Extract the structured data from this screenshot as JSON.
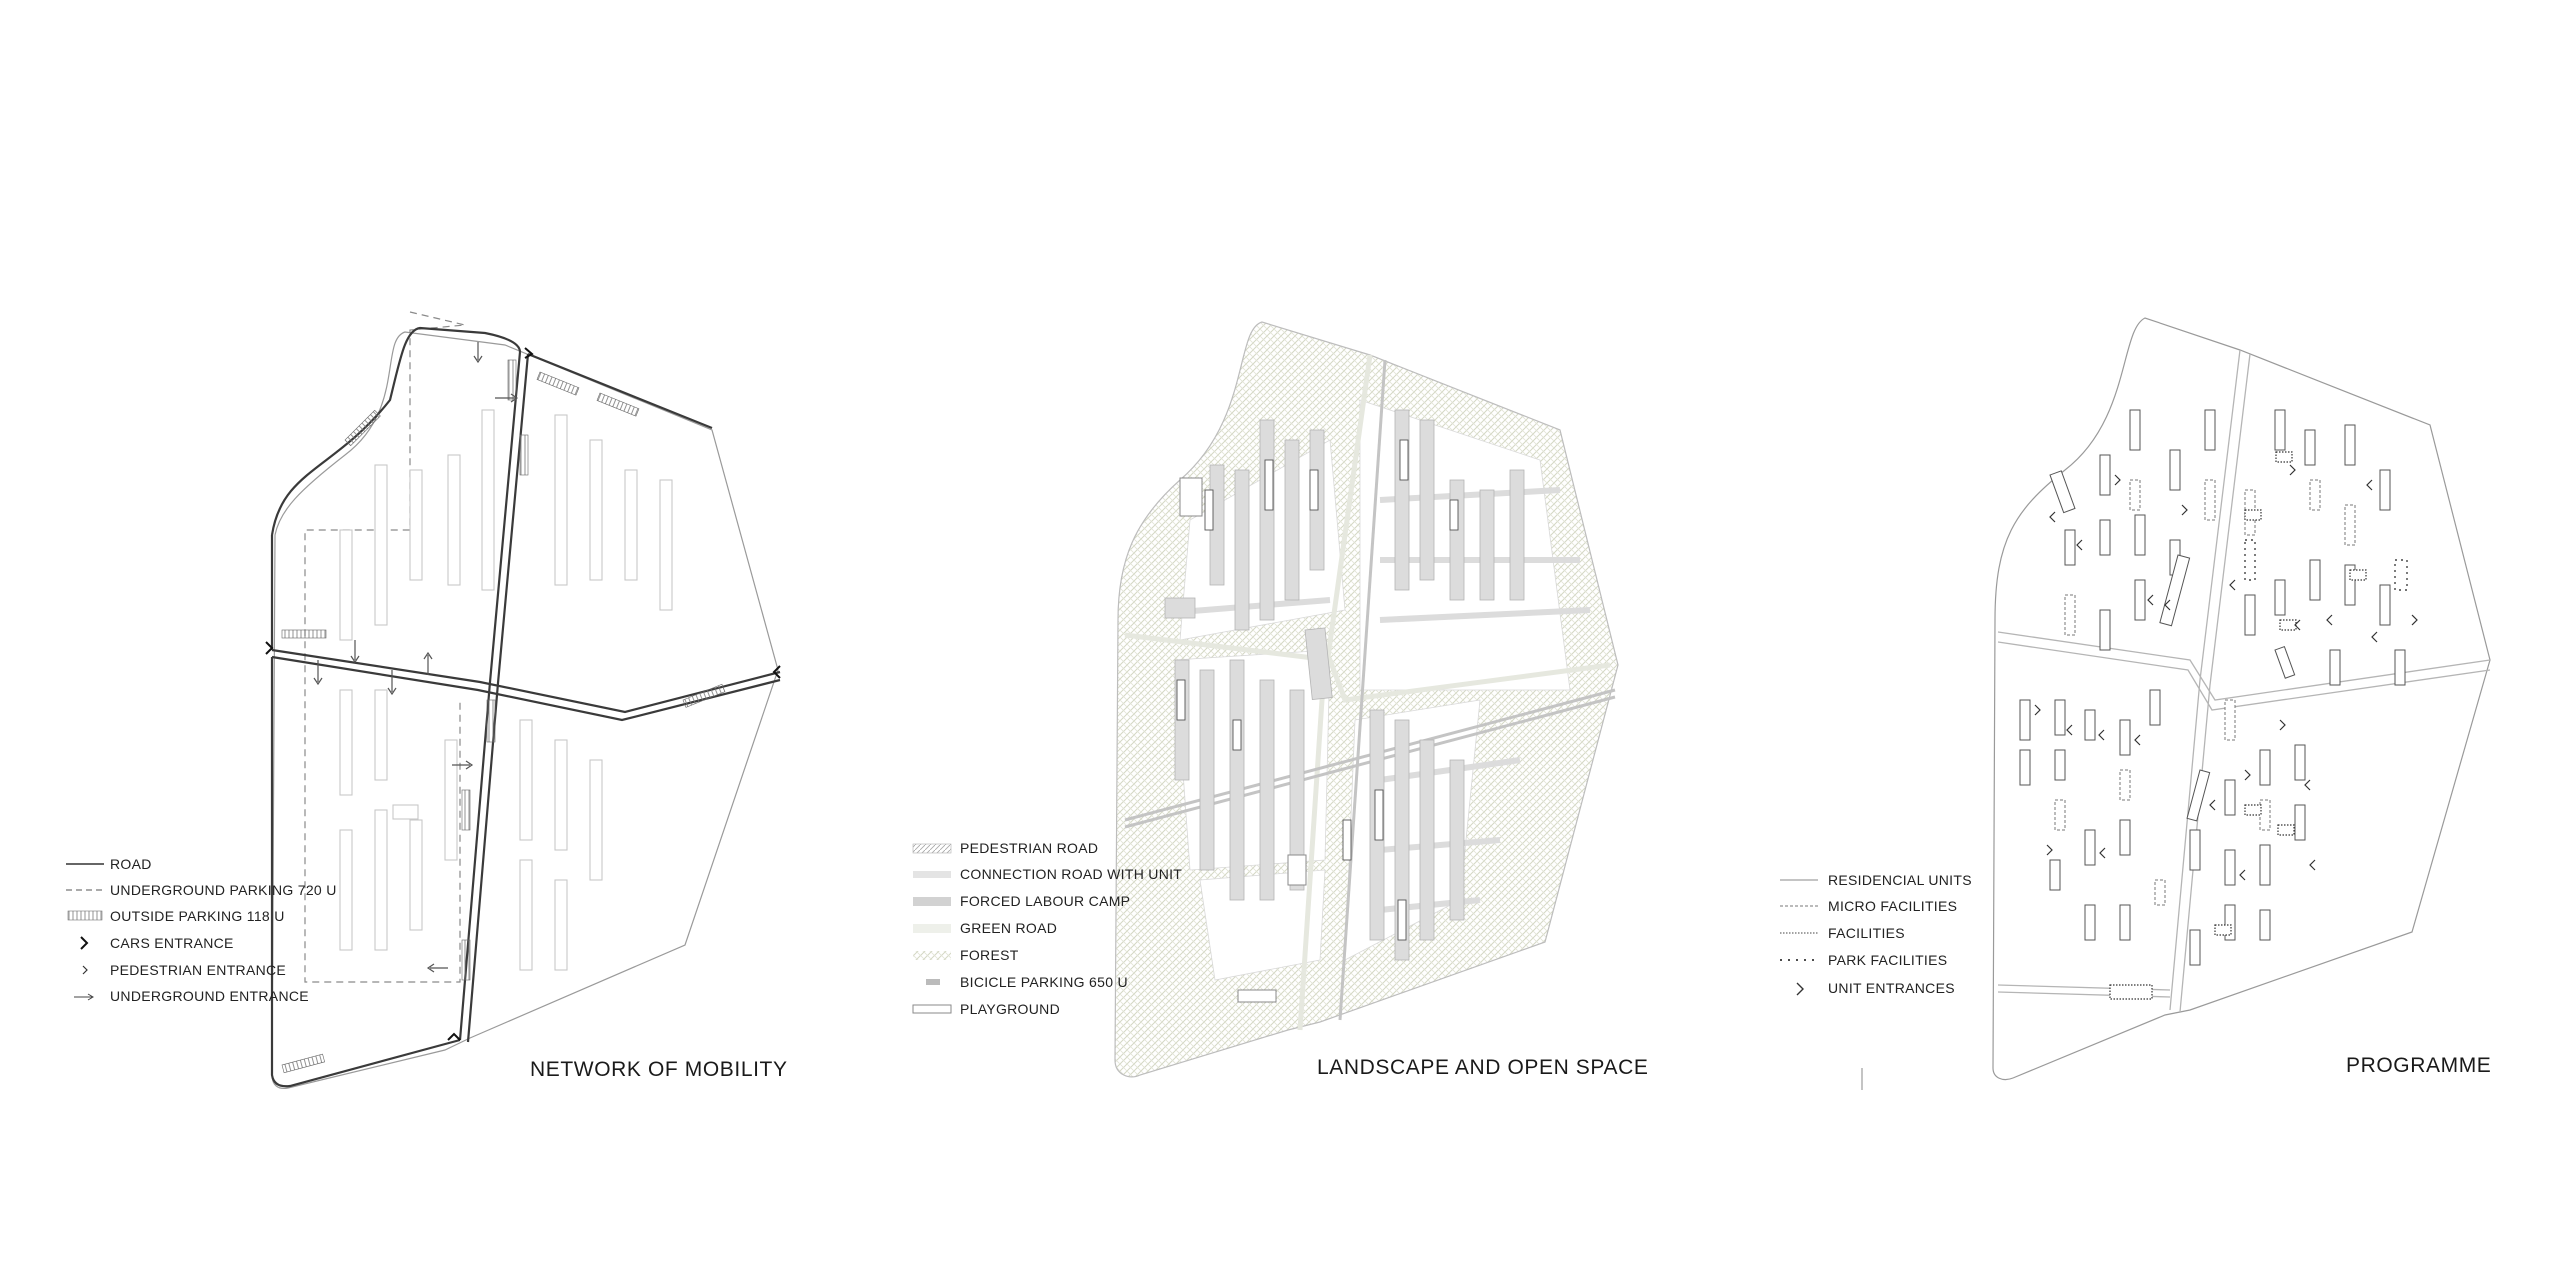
{
  "colors": {
    "road": "#3a3a3a",
    "outline": "#9a9a9a",
    "building": "#c7c7c7",
    "pedestrian_road": "#b8b8b8",
    "connection_road": "#dedede",
    "forced_labour_camp": "#d2d2d2",
    "green_road": "#eef0ea",
    "forest_hatch": "#d6d8c8",
    "text": "#1a1a1a"
  },
  "plates": [
    {
      "id": "mobility",
      "title": "NETWORK OF MOBILITY",
      "legend": [
        {
          "symbol": "solid-line-icon",
          "label": "ROAD"
        },
        {
          "symbol": "dashed-line-icon",
          "label": "UNDERGROUND PARKING 720 U"
        },
        {
          "symbol": "hatched-parking-icon",
          "label": "OUTSIDE PARKING 118 U"
        },
        {
          "symbol": "chevron-icon",
          "label": "CARS ENTRANCE"
        },
        {
          "symbol": "small-chevron-icon",
          "label": "PEDESTRIAN ENTRANCE"
        },
        {
          "symbol": "arrow-icon",
          "label": "UNDERGROUND ENTRANCE"
        }
      ]
    },
    {
      "id": "landscape",
      "title": "LANDSCAPE AND OPEN SPACE",
      "legend": [
        {
          "symbol": "pedestrian-road-swatch-icon",
          "label": "PEDESTRIAN ROAD"
        },
        {
          "symbol": "connection-road-swatch-icon",
          "label": "CONNECTION ROAD WITH UNIT"
        },
        {
          "symbol": "labour-camp-swatch-icon",
          "label": "FORCED LABOUR CAMP"
        },
        {
          "symbol": "green-road-swatch-icon",
          "label": "GREEN ROAD"
        },
        {
          "symbol": "forest-swatch-icon",
          "label": "FOREST"
        },
        {
          "symbol": "bicycle-parking-icon",
          "label": "BICICLE PARKING 650 U"
        },
        {
          "symbol": "playground-swatch-icon",
          "label": "PLAYGROUND"
        }
      ]
    },
    {
      "id": "programme",
      "title": "PROGRAMME",
      "legend": [
        {
          "symbol": "thin-line-icon",
          "label": "RESIDENCIAL UNITS"
        },
        {
          "symbol": "dashed-line-icon",
          "label": "MICRO FACILITIES"
        },
        {
          "symbol": "dotted-line-icon",
          "label": "FACILITIES"
        },
        {
          "symbol": "wide-dotted-line-icon",
          "label": "PARK FACILITIES"
        },
        {
          "symbol": "chevron-icon",
          "label": "UNIT ENTRANCES"
        }
      ]
    }
  ]
}
